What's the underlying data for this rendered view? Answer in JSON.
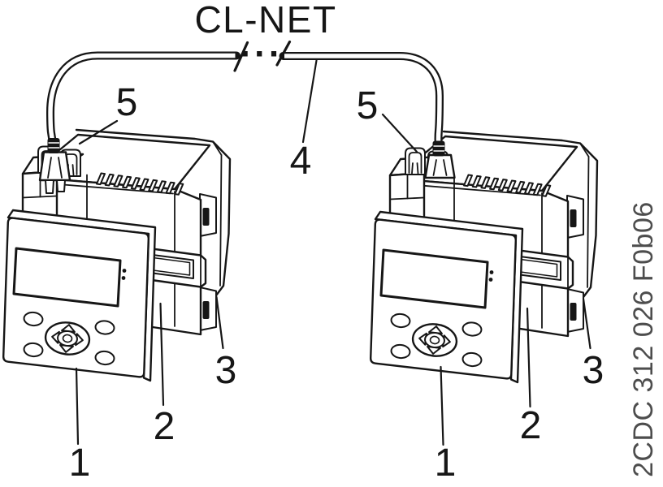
{
  "diagram": {
    "network_label": "CL-NET",
    "cable_break_dots": "···",
    "side_code": "2CDC 312 026 F0b06",
    "callouts": {
      "c1": "1",
      "c2": "2",
      "c3": "3",
      "c4": "4",
      "c5": "5"
    },
    "colors": {
      "line": "#161616",
      "code_text": "#4d4d4d",
      "background": "#ffffff"
    }
  }
}
